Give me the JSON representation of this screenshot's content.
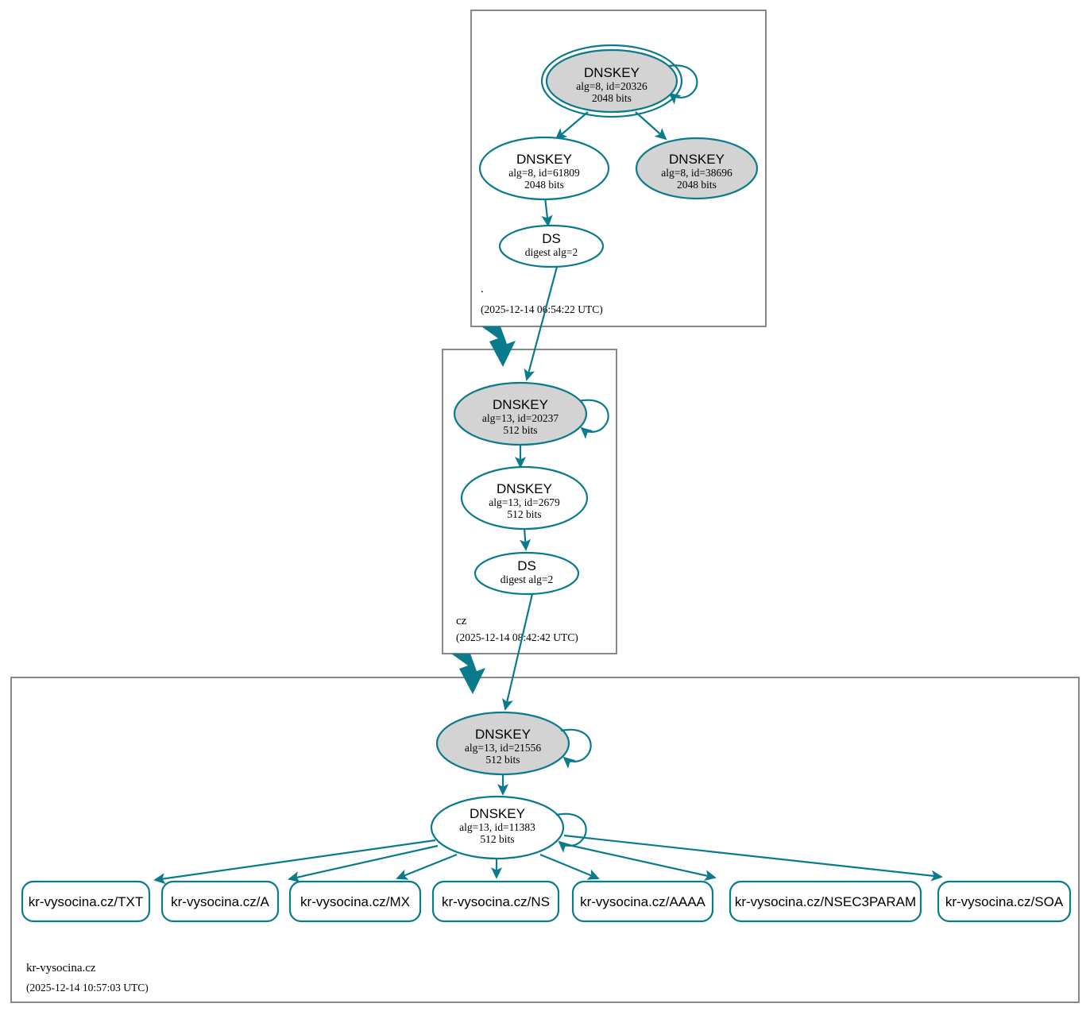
{
  "graph": {
    "kind": "dnssec-authentication-chain",
    "accent_color": "#0a7b8c",
    "secure_fill_color": "#d3d3d3",
    "plain_fill_color": "#ffffff",
    "zone_border_color": "#888888"
  },
  "zones": [
    {
      "id": "root",
      "label": ".",
      "timestamp": "(2025-12-14 06:54:22 UTC)",
      "nodes": [
        {
          "id": "root-ksk",
          "type": "DNSKEY",
          "title": "DNSKEY",
          "line2": "alg=8, id=20326",
          "line3": "2048 bits",
          "sep": true,
          "filled": true,
          "self_signed": true
        },
        {
          "id": "root-zsk-61809",
          "type": "DNSKEY",
          "title": "DNSKEY",
          "line2": "alg=8, id=61809",
          "line3": "2048 bits",
          "sep": false,
          "filled": false,
          "self_signed": false
        },
        {
          "id": "root-zsk-38696",
          "type": "DNSKEY",
          "title": "DNSKEY",
          "line2": "alg=8, id=38696",
          "line3": "2048 bits",
          "sep": false,
          "filled": true,
          "self_signed": false
        },
        {
          "id": "root-ds",
          "type": "DS",
          "title": "DS",
          "line2": "digest alg=2",
          "line3": "",
          "sep": false,
          "filled": false,
          "self_signed": false
        }
      ]
    },
    {
      "id": "cz",
      "label": "cz",
      "timestamp": "(2025-12-14 08:42:42 UTC)",
      "nodes": [
        {
          "id": "cz-ksk",
          "type": "DNSKEY",
          "title": "DNSKEY",
          "line2": "alg=13, id=20237",
          "line3": "512 bits",
          "sep": false,
          "filled": true,
          "self_signed": true
        },
        {
          "id": "cz-zsk",
          "type": "DNSKEY",
          "title": "DNSKEY",
          "line2": "alg=13, id=2679",
          "line3": "512 bits",
          "sep": false,
          "filled": false,
          "self_signed": false
        },
        {
          "id": "cz-ds",
          "type": "DS",
          "title": "DS",
          "line2": "digest alg=2",
          "line3": "",
          "sep": false,
          "filled": false,
          "self_signed": false
        }
      ]
    },
    {
      "id": "kr-vysocina-cz",
      "label": "kr-vysocina.cz",
      "timestamp": "(2025-12-14 10:57:03 UTC)",
      "nodes": [
        {
          "id": "leaf-ksk",
          "type": "DNSKEY",
          "title": "DNSKEY",
          "line2": "alg=13, id=21556",
          "line3": "512 bits",
          "sep": false,
          "filled": true,
          "self_signed": true
        },
        {
          "id": "leaf-zsk",
          "type": "DNSKEY",
          "title": "DNSKEY",
          "line2": "alg=13, id=11383",
          "line3": "512 bits",
          "sep": false,
          "filled": false,
          "self_signed": true
        }
      ],
      "rrsets": [
        {
          "id": "rr-txt",
          "label": "kr-vysocina.cz/TXT"
        },
        {
          "id": "rr-a",
          "label": "kr-vysocina.cz/A"
        },
        {
          "id": "rr-mx",
          "label": "kr-vysocina.cz/MX"
        },
        {
          "id": "rr-ns",
          "label": "kr-vysocina.cz/NS"
        },
        {
          "id": "rr-aaaa",
          "label": "kr-vysocina.cz/AAAA"
        },
        {
          "id": "rr-nsec3param",
          "label": "kr-vysocina.cz/NSEC3PARAM"
        },
        {
          "id": "rr-soa",
          "label": "kr-vysocina.cz/SOA"
        }
      ]
    }
  ]
}
